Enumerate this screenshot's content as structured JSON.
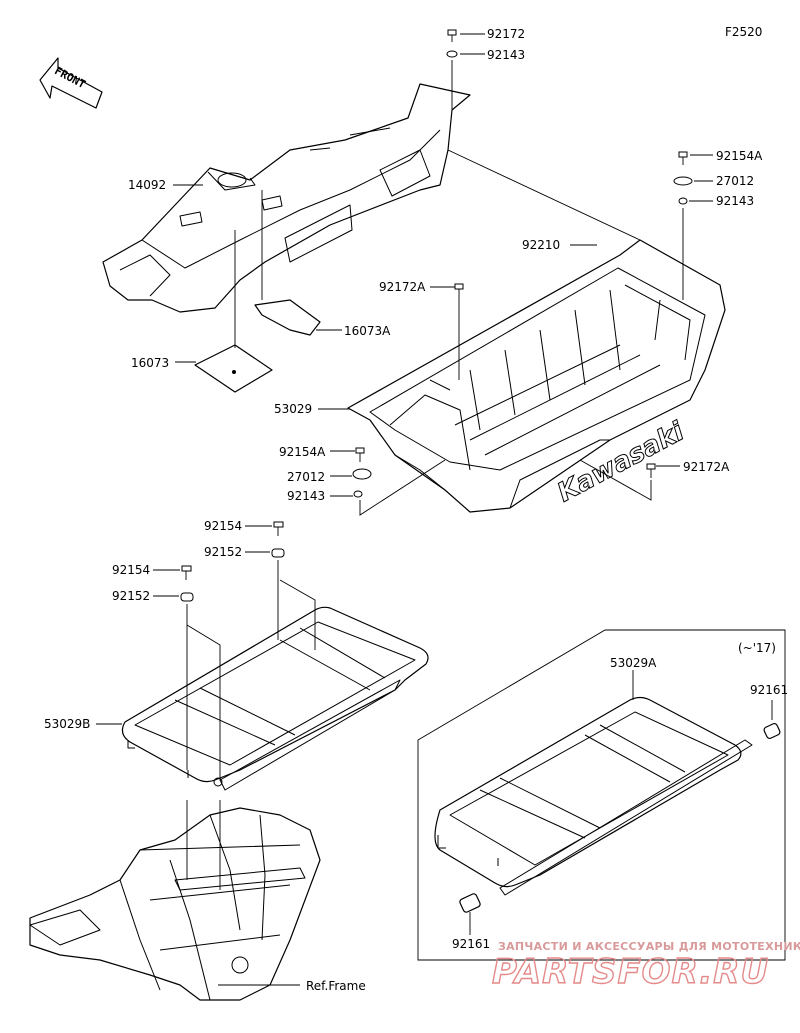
{
  "diagram_code": "F2520",
  "front_label": "FRONT",
  "variant_note": "(~'17)",
  "brand_logo": "Kawasaki",
  "parts": {
    "p92172": "92172",
    "p92143_top": "92143",
    "p14092": "14092",
    "p16073A": "16073A",
    "p16073": "16073",
    "p92154A_right": "92154A",
    "p27012_right": "27012",
    "p92143_right": "92143",
    "p92210": "92210",
    "p92172A_upper": "92172A",
    "p53029": "53029",
    "p92154A_left": "92154A",
    "p27012_left": "27012",
    "p92143_left": "92143",
    "p92172A_lower": "92172A",
    "p92154_a": "92154",
    "p92152_a": "92152",
    "p92154_b": "92154",
    "p92152_b": "92152",
    "p53029B": "53029B",
    "p53029A": "53029A",
    "p92161_upper": "92161",
    "p92161_lower": "92161",
    "ref_frame": "Ref.Frame"
  },
  "watermark": {
    "line1": "ЗАПЧАСТИ И АКСЕССУАРЫ ДЛЯ МОТОТЕХНИКИ",
    "line2": "PARTSFOR.RU"
  }
}
